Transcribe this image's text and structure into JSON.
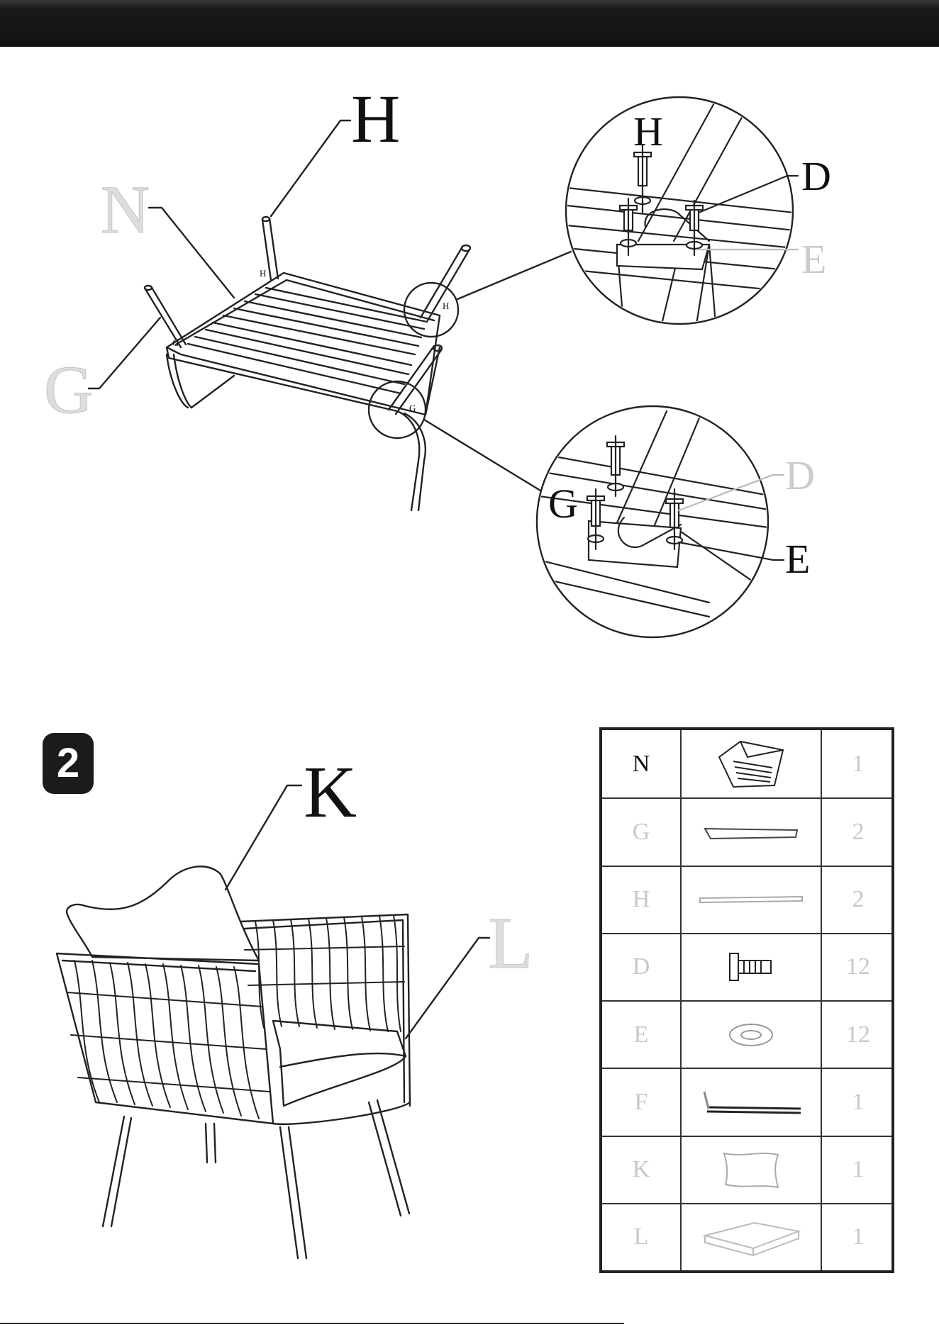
{
  "step1": {
    "callouts": {
      "H_main": "H",
      "N": "N",
      "G": "G",
      "H_tiny": "H",
      "G_tiny": "G",
      "H_corner": "H",
      "G_corner": "G"
    },
    "detail_top": {
      "H": "H",
      "D": "D",
      "E": "E"
    },
    "detail_bottom": {
      "G": "G",
      "D": "D",
      "E": "E"
    }
  },
  "step2": {
    "number": "2",
    "callouts": {
      "K": "K",
      "L": "L"
    }
  },
  "parts": [
    {
      "code": "N",
      "qty": "1",
      "icon": "sofa-frame-icon",
      "faint": false
    },
    {
      "code": "G",
      "qty": "2",
      "icon": "short-leg-icon",
      "faint": true
    },
    {
      "code": "H",
      "qty": "2",
      "icon": "long-leg-icon",
      "faint": true
    },
    {
      "code": "D",
      "qty": "12",
      "icon": "bolt-icon",
      "faint": true
    },
    {
      "code": "E",
      "qty": "12",
      "icon": "washer-icon",
      "faint": true
    },
    {
      "code": "F",
      "qty": "1",
      "icon": "allen-key-icon",
      "faint": true
    },
    {
      "code": "K",
      "qty": "1",
      "icon": "pillow-icon",
      "faint": true
    },
    {
      "code": "L",
      "qty": "1",
      "icon": "seat-cushion-icon",
      "faint": true
    }
  ]
}
